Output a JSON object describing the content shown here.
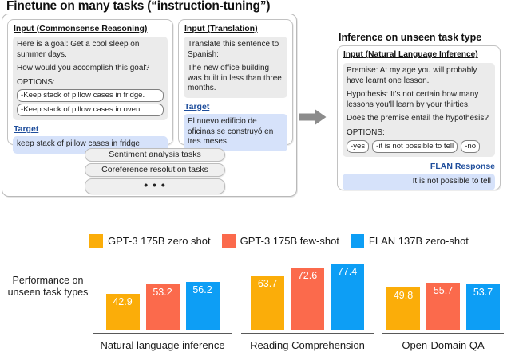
{
  "figure": {
    "title": "Finetune on many tasks (“instruction-tuning”)"
  },
  "finetune": {
    "commonsense_card": {
      "heading": "Input (Commonsense Reasoning)",
      "lines": [
        "Here is a goal: Get a cool sleep on summer days.",
        "How would you accomplish this goal?"
      ],
      "options_label": "OPTIONS:",
      "options": [
        "-Keep stack of pillow cases in fridge.",
        "-Keep stack of pillow cases in oven."
      ],
      "target_label": "Target",
      "target_text": "keep stack of pillow cases in fridge"
    },
    "translation_card": {
      "heading": "Input (Translation)",
      "lines": [
        "Translate this sentence to Spanish:",
        "The new office building was built in less than three months."
      ],
      "target_label": "Target",
      "target_text": "El nuevo edificio de oficinas se construyó en tres meses."
    },
    "task_pills": [
      "Sentiment analysis tasks",
      "Coreference resolution tasks",
      "• • •"
    ]
  },
  "inference": {
    "title": "Inference on unseen task type",
    "card": {
      "heading": "Input (Natural Language Inference)",
      "lines": [
        "Premise: At my age you will probably have learnt one lesson.",
        "Hypothesis: It's not certain how many lessons you'll learn by your thirties.",
        "Does the premise entail the hypothesis?"
      ],
      "options_label": "OPTIONS:",
      "options": [
        "-yes",
        "-it is not possible to tell",
        "-no"
      ],
      "response_label": "FLAN Response",
      "response_text": "It is not possible to tell"
    }
  },
  "chart_data": {
    "type": "bar",
    "title": "",
    "ylabel": "Performance on unseen task types",
    "xlabel": "",
    "ylim": [
      0,
      85
    ],
    "grid": false,
    "legend_position": "top",
    "categories": [
      "Natural language inference",
      "Reading Comprehension",
      "Open-Domain QA"
    ],
    "series": [
      {
        "name": "GPT-3 175B zero shot",
        "color": "#FBAD09",
        "values": [
          42.9,
          63.7,
          49.8
        ]
      },
      {
        "name": "GPT-3 175B few-shot",
        "color": "#FB6A4C",
        "values": [
          53.2,
          72.6,
          55.7
        ]
      },
      {
        "name": "FLAN 137B zero-shot",
        "color": "#0D9EF5",
        "values": [
          56.2,
          77.4,
          53.7
        ]
      }
    ]
  },
  "colors": {
    "orange": "#FBAD09",
    "salmon": "#FB6A4C",
    "blue": "#0D9EF5",
    "target_blue": "#1f4e9c",
    "gray_block": "#ebebeb",
    "blue_block": "#d6e2fa",
    "arrow_gray": "#8c8c8c"
  }
}
